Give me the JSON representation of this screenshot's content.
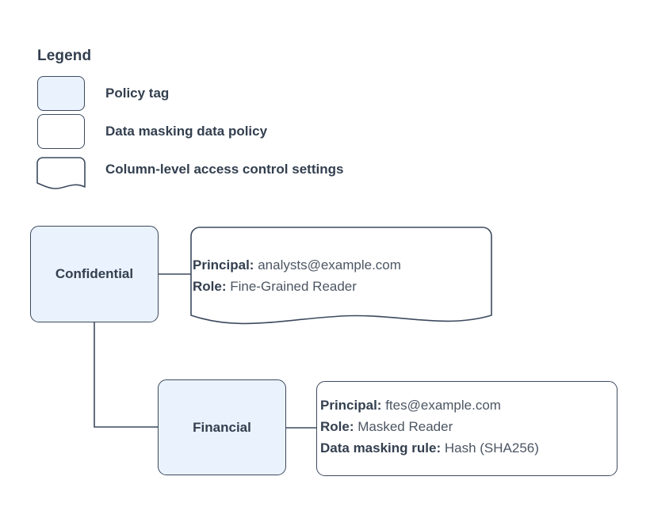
{
  "diagram": {
    "type": "policy-tag-hierarchy",
    "colors": {
      "node_fill": "#eaf2fd",
      "node_stroke": "#3c4a5e",
      "callout_fill": "#ffffff",
      "text": "#333f4f",
      "value_text": "#4c5663",
      "connector": "#3c4a5e"
    }
  },
  "legend": {
    "title": "Legend",
    "items": [
      {
        "label": "Policy tag",
        "swatch": "rounded-rect-filled-icon",
        "fill": "#eaf2fd"
      },
      {
        "label": "Data masking data policy",
        "swatch": "rounded-rect-outline-icon",
        "fill": "#ffffff"
      },
      {
        "label": "Column-level access control settings",
        "swatch": "wavy-bottom-note-icon",
        "fill": "#ffffff"
      }
    ]
  },
  "nodes": [
    {
      "id": "confidential",
      "label": "Confidential"
    },
    {
      "id": "financial",
      "label": "Financial"
    }
  ],
  "callouts": [
    {
      "id": "confidential-access",
      "shape": "wavy-bottom-note",
      "lines": [
        {
          "key": "Principal:",
          "value": "analysts@example.com"
        },
        {
          "key": "Role:",
          "value": "Fine-Grained Reader"
        }
      ]
    },
    {
      "id": "financial-access",
      "shape": "rounded-rect",
      "lines": [
        {
          "key": "Principal:",
          "value": "ftes@example.com"
        },
        {
          "key": "Role:",
          "value": "Masked Reader"
        },
        {
          "key": "Data masking rule:",
          "value": "Hash (SHA256)"
        }
      ]
    }
  ],
  "connectors": [
    {
      "from": "confidential",
      "to": "confidential-access",
      "style": "straight"
    },
    {
      "from": "confidential",
      "to": "financial",
      "style": "elbow"
    },
    {
      "from": "financial",
      "to": "financial-access",
      "style": "straight"
    }
  ]
}
